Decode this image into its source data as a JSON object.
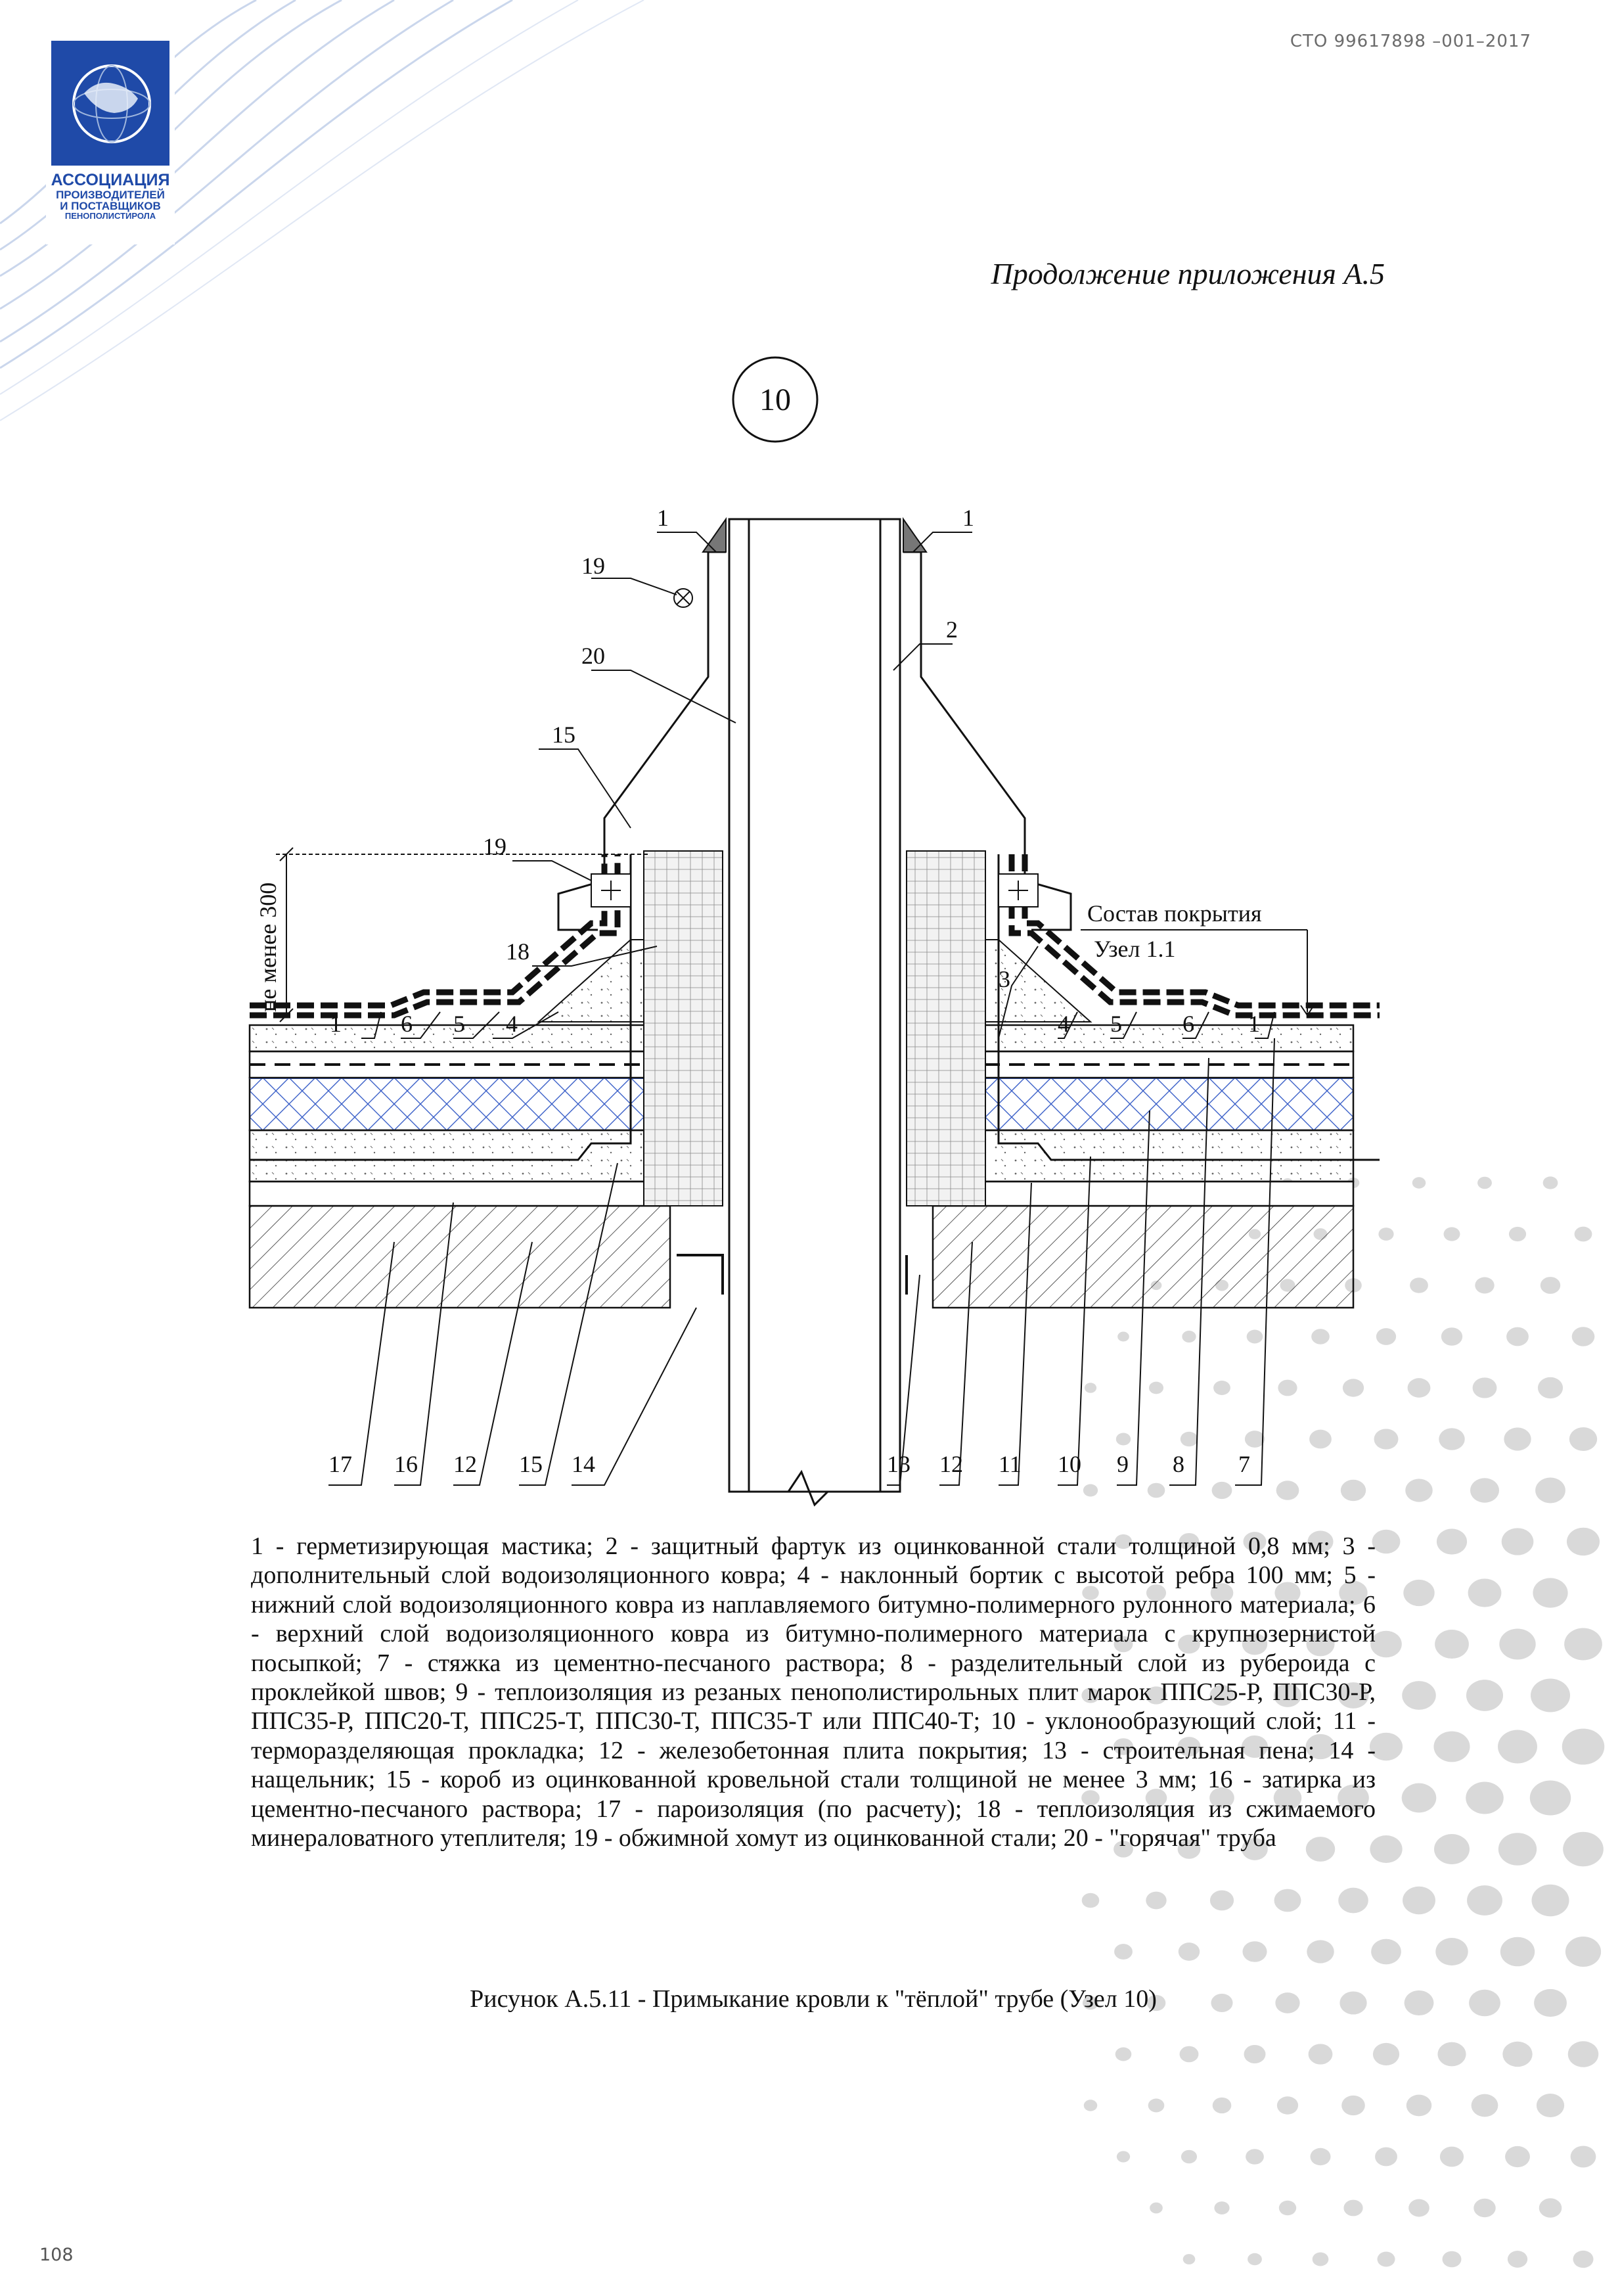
{
  "header": {
    "doc_code": "СТО 99617898 –001–2017",
    "logo_lines": [
      "АССОЦИАЦИЯ",
      "ПРОИЗВОДИТЕЛЕЙ",
      "И ПОСТАВЩИКОВ",
      "ПЕНОПОЛИСТИРОЛА"
    ]
  },
  "continuation_title": "Продолжение приложения А.5",
  "drawing": {
    "node_number": "10",
    "dimension_label": "не менее 300",
    "composition_label": "Состав покрытия",
    "node_ref": "Узел 1.1",
    "callouts_upper": [
      "1",
      "1",
      "19",
      "2",
      "20",
      "15",
      "19",
      "18",
      "1",
      "6",
      "5",
      "4",
      "3",
      "4",
      "5",
      "6",
      "1"
    ],
    "callouts_bottom": [
      "17",
      "16",
      "12",
      "15",
      "14",
      "13",
      "12",
      "11",
      "10",
      "9",
      "8",
      "7"
    ]
  },
  "legend_text": "1 - герметизирующая мастика; 2 - защитный фартук из оцинкованной стали толщиной 0,8 мм; 3 - дополнительный слой водоизоляционного ковра; 4 - наклонный бортик с высотой ребра 100 мм; 5 - нижний слой водоизоляционного ковра из наплавляемого битумно-полимерного рулонного материала; 6 - верхний слой водоизоляционного ковра из битумно-полимерного материала с крупнозернистой посыпкой; 7 - стяжка из цементно-песчаного раствора; 8 - разделительный слой из рубероида с проклейкой швов; 9 - теплоизоляция из резаных пенополистирольных плит марок ППС25-Р, ППС30-Р, ППС35-Р, ППС20-Т, ППС25-Т, ППС30-Т, ППС35-Т или ППС40-Т; 10 - уклонообразующий слой; 11 - терморазделяющая прокладка; 12 - железобетонная плита покрытия; 13 - строительная пена; 14 - нащельник; 15 - короб из оцинкованной кровельной стали толщиной не менее 3 мм; 16 - затирка из цементно-песчаного раствора; 17 - пароизоляция (по расчету); 18 - теплоизоляция из сжимаемого минераловатного утеплителя; 19 - обжимной хомут из оцинкованной стали; 20 - \"горячая\" труба",
  "caption": "Рисунок А.5.11 - Примыкание кровли к \"тёплой\" трубе (Узел 10)",
  "page_number": "108",
  "colors": {
    "brand_blue": "#1f4aa8",
    "insulation_blue": "#3a5fc8",
    "dot_gray": "#d7d7d7"
  }
}
